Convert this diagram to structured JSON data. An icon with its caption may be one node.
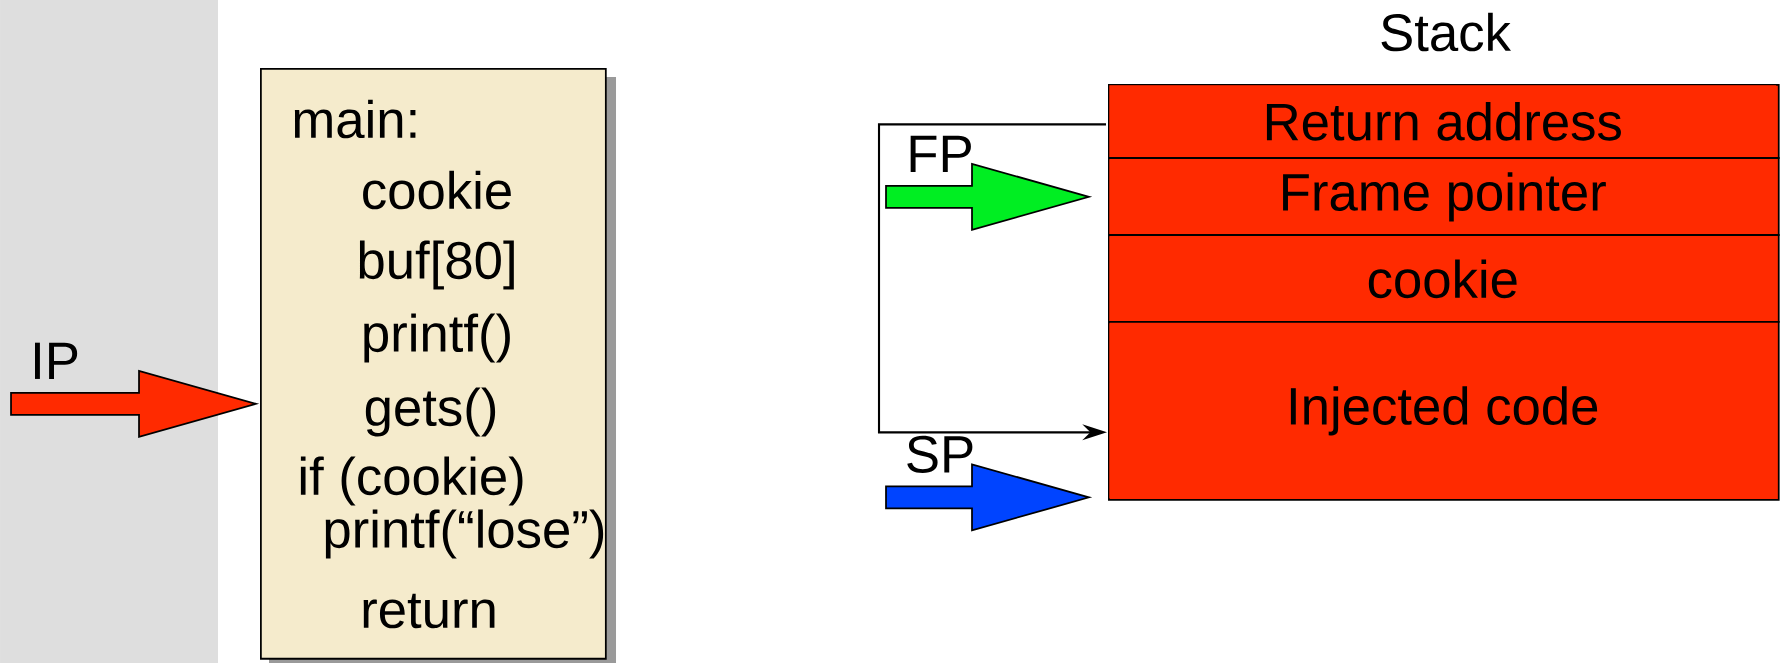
{
  "diagram": {
    "nodes": [
      {
        "text": [
          "main:",
          "cookie",
          "buf[80]",
          "printf()",
          "gets()",
          "if (cookie)",
          "printf(“lose”)",
          "return"
        ]
      },
      {
        "text": [
          "Stack"
        ]
      },
      {
        "text": [
          "Return address"
        ],
        "in": 1
      },
      {
        "text": [
          "Frame pointer"
        ],
        "in": 1
      },
      {
        "text": [
          "cookie"
        ],
        "in": 1
      },
      {
        "text": [
          "Injected code"
        ],
        "in": 1
      }
    ],
    "edges": [
      {
        "from": null,
        "to": 0,
        "arrow": "to",
        "label": "IP",
        "style": "thick",
        "color": "#ff2a00"
      },
      {
        "from": null,
        "to": 3,
        "arrow": "to",
        "label": "FP",
        "style": "thick",
        "color": "#00ee22"
      },
      {
        "from": null,
        "to": 5,
        "arrow": "to",
        "label": "SP",
        "style": "thick",
        "color": "#0044ff"
      },
      {
        "from": 2,
        "to": 5,
        "arrow": "to"
      }
    ]
  }
}
